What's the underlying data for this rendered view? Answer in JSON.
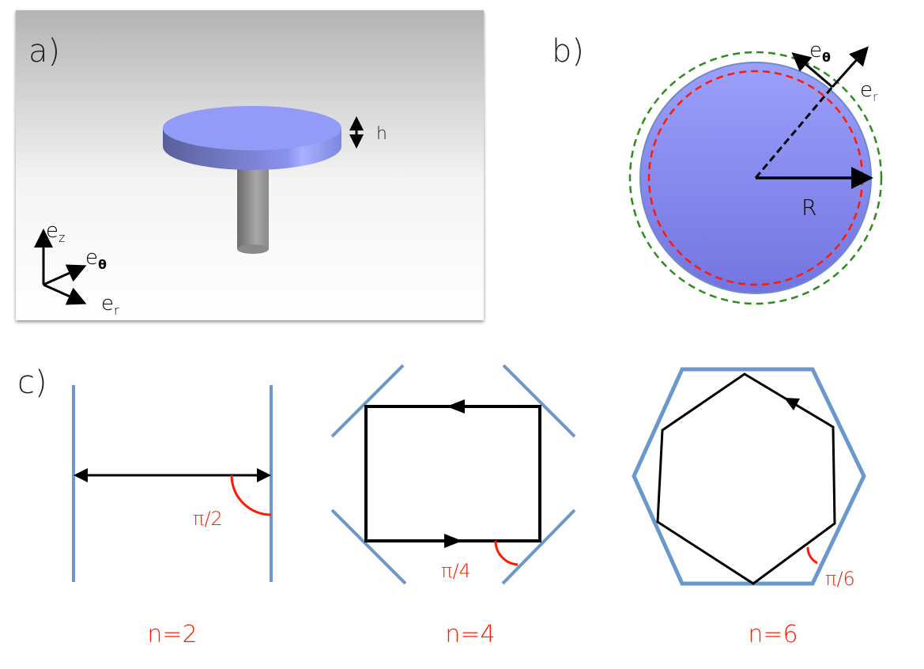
{
  "panel_a": {
    "label": "a)",
    "height_label": "h",
    "axes": {
      "ez": "e",
      "ez_sub": "z",
      "etheta": "e",
      "etheta_sub": "θ",
      "er": "e",
      "er_sub": "r"
    }
  },
  "panel_b": {
    "label": "b)",
    "radius_label": "R",
    "etheta": "e",
    "etheta_sub": "θ",
    "er": "e",
    "er_sub": "r"
  },
  "panel_c": {
    "label": "c)",
    "cases": [
      {
        "n_label": "n=2",
        "angle_label": "π/2"
      },
      {
        "n_label": "n=4",
        "angle_label": "π/4"
      },
      {
        "n_label": "n=6",
        "angle_label": "π/6"
      }
    ]
  },
  "colors": {
    "mirror": "#6a97cc",
    "red": "#ff1a00",
    "green": "#2e8b1e",
    "disk": "#8f97f0"
  }
}
